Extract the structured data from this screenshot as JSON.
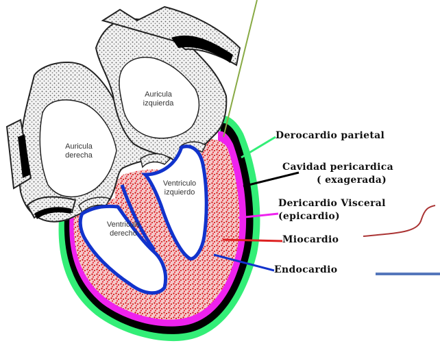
{
  "labels": {
    "pericardio_parietal": "Derocardio parietal",
    "cavidad_line1": "Cavidad pericardica",
    "cavidad_line2": "( exagerada)",
    "visceral_line1": "Dericardio Visceral",
    "visceral_line2": "(epicardio)",
    "miocardio": "Miocardio",
    "endocardio": "Endocardio"
  },
  "chambers": {
    "auricula_izquierda_1": "Auricula",
    "auricula_izquierda_2": "izquierda",
    "auricula_derecha_1": "Auricula",
    "auricula_derecha_2": "derecha",
    "ventriculo_izquierdo_1": "Ventriculo",
    "ventriculo_izquierdo_2": "izquierdo",
    "ventriculo_derecho_1": "Ventriculo",
    "ventriculo_derecho_2": "derecho"
  },
  "colors": {
    "pericardio_parietal": "#33ee77",
    "cavidad": "#000000",
    "epicardio": "#ee22ee",
    "miocardio": "#dd2222",
    "endocardio": "#1133cc",
    "olive_pointer": "#88aa44",
    "maroon_curve": "#aa3333",
    "blue_bar": "#5577bb"
  }
}
